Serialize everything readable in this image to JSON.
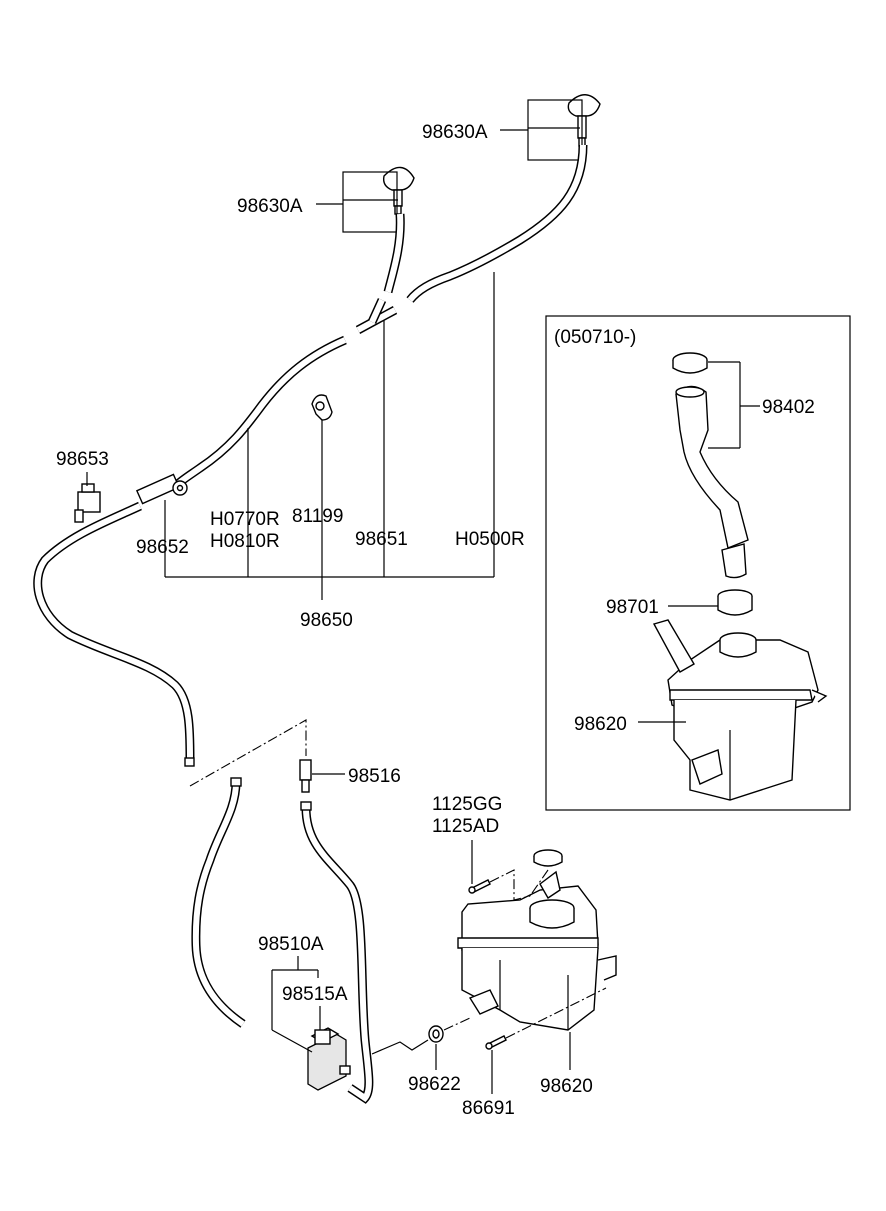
{
  "labels": {
    "jet_upper": "98630A",
    "jet_left": "98630A",
    "clip_98653": "98653",
    "hose_98652": "98652",
    "hose_h0770r": "H0770R",
    "hose_h0810r": "H0810R",
    "clip_81199": "81199",
    "hose_98651": "98651",
    "hose_h0500r": "H0500R",
    "hose_assy_98650": "98650",
    "connector_98516": "98516",
    "bolt_1125gg": "1125GG",
    "bolt_1125ad": "1125AD",
    "pump_98510a": "98510A",
    "grommet_98515a": "98515A",
    "grommet_98622": "98622",
    "screw_86691": "86691",
    "reservoir_98620": "98620"
  },
  "inset": {
    "date_code": "(050710-)",
    "filler_98402": "98402",
    "seal_98701": "98701",
    "reservoir_98620": "98620"
  }
}
